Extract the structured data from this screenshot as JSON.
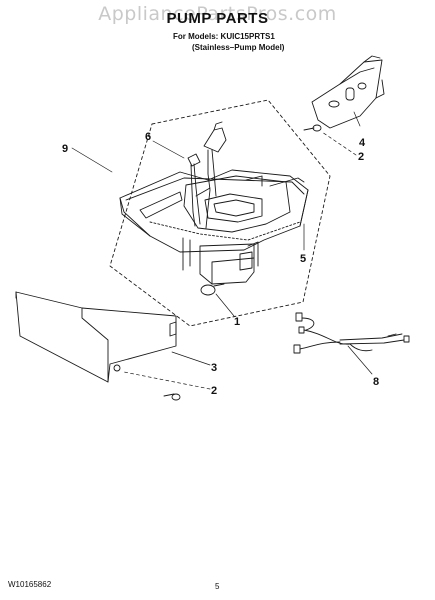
{
  "watermark": "AppliancePartsPros.com",
  "header": {
    "title": "PUMP PARTS",
    "models": "For Models: KUIC15PRTS1",
    "subtitle": "(Stainless–Pump Model)"
  },
  "callouts": {
    "c1": "1",
    "c2a": "2",
    "c2b": "2",
    "c3": "3",
    "c4": "4",
    "c5": "5",
    "c6": "6",
    "c8": "8",
    "c9": "9"
  },
  "footer": {
    "doc_id": "W10165862",
    "page": "5"
  },
  "colors": {
    "line": "#1a1a1a",
    "watermark": "#c9c9c9"
  }
}
